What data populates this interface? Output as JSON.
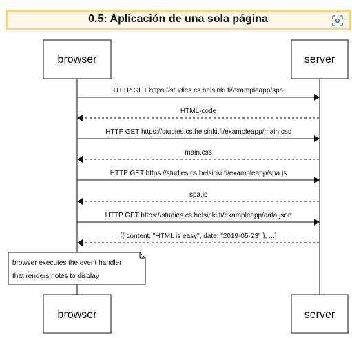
{
  "title": "0.5: Aplicación de una sola página",
  "focus_icon": "focus-target-icon",
  "participants": [
    {
      "name": "browser"
    },
    {
      "name": "server"
    }
  ],
  "messages": [
    {
      "from": "browser",
      "to": "server",
      "text": "HTTP GET https://studies.cs.helsinki.fi/exampleapp/spa",
      "style": "solid"
    },
    {
      "from": "server",
      "to": "browser",
      "text": "HTML-code",
      "style": "dashed"
    },
    {
      "from": "browser",
      "to": "server",
      "text": "HTTP GET https://studies.cs.helsinki.fi/exampleapp/main.css",
      "style": "solid"
    },
    {
      "from": "server",
      "to": "browser",
      "text": "main.css",
      "style": "dashed"
    },
    {
      "from": "browser",
      "to": "server",
      "text": "HTTP GET https://studies.cs.helsinki.fi/exampleapp/spa.js",
      "style": "solid"
    },
    {
      "from": "server",
      "to": "browser",
      "text": "spa.js",
      "style": "dashed"
    },
    {
      "from": "browser",
      "to": "server",
      "text": "HTTP GET https://studies.cs.helsinki.fi/exampleapp/data.json",
      "style": "solid"
    },
    {
      "from": "server",
      "to": "browser",
      "text": "[{ content: \"HTML is easy\", date: \"2019-05-23\" }, ...]",
      "style": "dashed"
    }
  ],
  "note": {
    "lines": [
      "browser executes the event handler",
      "that renders notes to display"
    ]
  },
  "colors": {
    "title_bg": "#fff8e6",
    "title_border": "#f7d37a",
    "icon": "#3a7bd5",
    "line": "#111111"
  }
}
